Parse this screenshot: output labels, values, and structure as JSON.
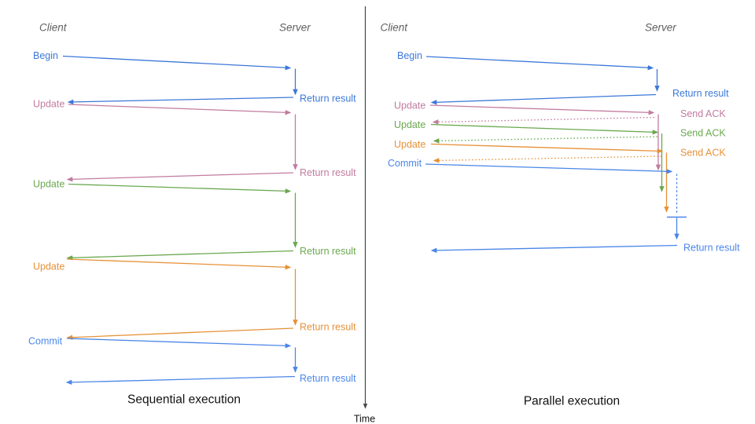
{
  "diagram": {
    "time_axis": {
      "label": "Time"
    },
    "colors": {
      "begin_blue": "#3c78d8",
      "commit_blue": "#4a86e8",
      "pink": "#c27ba0",
      "green": "#6aa84f",
      "orange": "#e69138",
      "header_gray": "#5f5f5f",
      "axis": "#444746",
      "title_black": "#111111"
    },
    "sequential": {
      "title": "Sequential execution",
      "client_header": "Client",
      "server_header": "Server",
      "messages": [
        {
          "label": "Begin",
          "response": "Return result"
        },
        {
          "label": "Update",
          "response": "Return result"
        },
        {
          "label": "Update",
          "response": "Return result"
        },
        {
          "label": "Update",
          "response": "Return result"
        },
        {
          "label": "Commit",
          "response": "Return result"
        }
      ]
    },
    "parallel": {
      "title": "Parallel execution",
      "client_header": "Client",
      "server_header": "Server",
      "messages": [
        {
          "label": "Begin",
          "response": "Return result"
        },
        {
          "label": "Update",
          "response": "Send ACK"
        },
        {
          "label": "Update",
          "response": "Send ACK"
        },
        {
          "label": "Update",
          "response": "Send ACK"
        },
        {
          "label": "Commit",
          "response": "Return result"
        }
      ]
    }
  }
}
